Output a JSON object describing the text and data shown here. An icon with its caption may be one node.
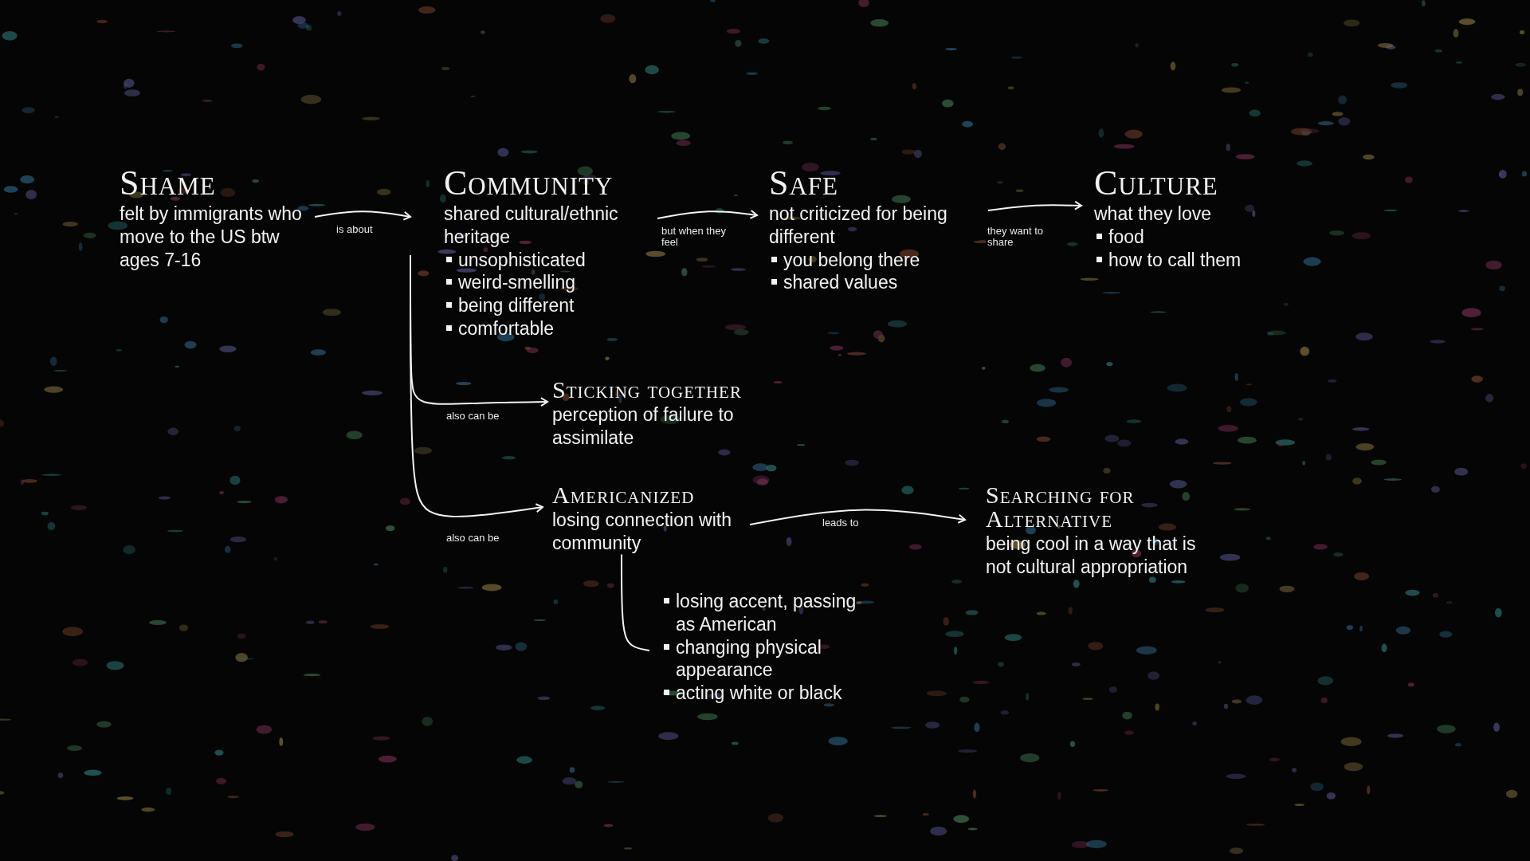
{
  "diagram": {
    "nodes": [
      {
        "text": [
          "Shame",
          "felt by immigrants who move to the US btw ages 7-16"
        ]
      },
      {
        "text": [
          "Community",
          "shared cultural/ethnic heritage",
          "unsophisticated",
          "weird-smelling",
          "being different",
          "comfortable"
        ]
      },
      {
        "text": [
          "Safe",
          "not criticized for being different",
          "you belong there",
          "shared values"
        ]
      },
      {
        "text": [
          "Culture",
          "what they love",
          "food",
          "how to call them"
        ]
      },
      {
        "text": [
          "Sticking together",
          "perception of failure to assimilate"
        ]
      },
      {
        "text": [
          "Americanized",
          "losing connection with community"
        ]
      },
      {
        "text": [
          "Searching for Alternative",
          "being cool in a way that is not cultural appropriation"
        ]
      },
      {
        "text": [
          "losing accent, passing as American",
          "changing physical appearance",
          "acting white or black"
        ]
      }
    ],
    "edges": [
      {
        "from": 0,
        "to": 1,
        "arrow": "to",
        "label": "is about"
      },
      {
        "from": 1,
        "to": 2,
        "arrow": "to",
        "label": "but when they feel"
      },
      {
        "from": 2,
        "to": 3,
        "arrow": "to",
        "label": "they want to share"
      },
      {
        "from": 1,
        "to": 4,
        "arrow": "to",
        "label": "also can be"
      },
      {
        "from": 1,
        "to": 5,
        "arrow": "to",
        "label": "also can be"
      },
      {
        "from": 5,
        "to": 6,
        "arrow": "to",
        "label": "leads to"
      },
      {
        "from": 5,
        "to": 7,
        "arrow": "none"
      }
    ]
  }
}
